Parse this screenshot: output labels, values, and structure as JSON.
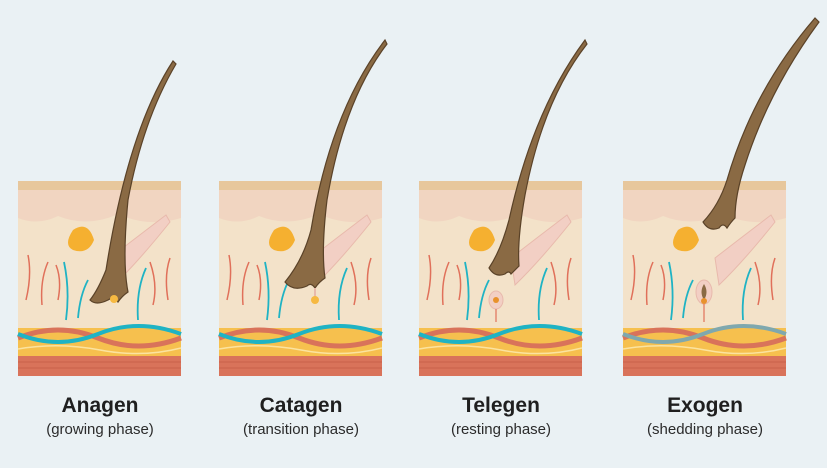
{
  "colors": {
    "background": "#EAF1F4",
    "hair": "#8A6A44",
    "hair_outline": "#5A4228",
    "epidermis": "#E7C79C",
    "dermis": "#F3DAC6",
    "fat": "#F6B942",
    "muscle": "#D9735A",
    "artery": "#E0705A",
    "vein": "#1FB3C4",
    "vein_faded": "#7FA8AE",
    "gland": "#F2A93A"
  },
  "phases": [
    {
      "name": "Anagen",
      "description": "(growing phase)"
    },
    {
      "name": "Catagen",
      "description": "(transition phase)"
    },
    {
      "name": "Telegen",
      "description": "(resting phase)"
    },
    {
      "name": "Exogen",
      "description": "(shedding phase)"
    }
  ]
}
